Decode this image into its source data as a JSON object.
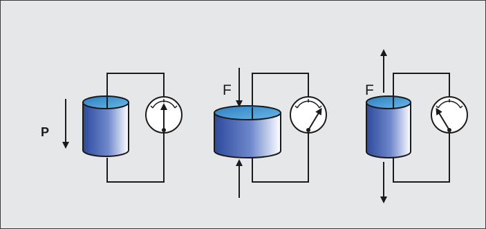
{
  "panels": [
    {
      "id": "pressure",
      "label": "P",
      "gauge_needle": "center"
    },
    {
      "id": "compress",
      "label": "F",
      "gauge_needle": "right"
    },
    {
      "id": "tension",
      "label": "F",
      "gauge_needle": "left"
    }
  ],
  "colors": {
    "background": "#e6e7e8",
    "frame": "#3a3a3a",
    "wire": "#1a1a1a",
    "cylinder_top": "#4fa3d8",
    "cylinder_body_dark": "#2f4fa0",
    "cylinder_body_light": "#ffffff"
  }
}
